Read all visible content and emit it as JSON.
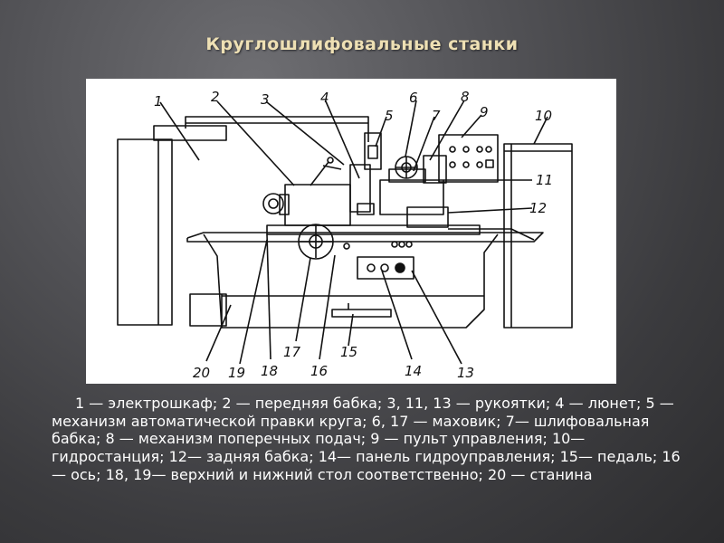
{
  "slide": {
    "title": "Круглошлифовальные станки",
    "caption": "1 — электрошкаф; 2 — передняя бабка; 3, 11, 13 — рукоятки; 4 — люнет; 5 — механизм автоматической правки круга; 6, 17 — маховик; 7— шлифовальная бабка; 8 — механизм поперечных подач; 9 — пульт управления; 10— гидростанция; 12— задняя бабка; 14— панель гидроуправления; 15— педаль; 16— ось; 18, 19— верхний и нижний стол соответственно; 20 — станина"
  },
  "figure": {
    "labels": {
      "l1": "1",
      "l2": "2",
      "l3": "3",
      "l4": "4",
      "l5": "5",
      "l6": "6",
      "l7": "7",
      "l8": "8",
      "l9": "9",
      "l10": "10",
      "l11": "11",
      "l12": "12",
      "l13": "13",
      "l14": "14",
      "l15": "15",
      "l16": "16",
      "l17": "17",
      "l18": "18",
      "l19": "19",
      "l20": "20"
    }
  },
  "colors": {
    "background": "#4a4a4d",
    "title": "#eee0b4",
    "caption": "#ffffff",
    "figure_background": "#ffffff",
    "line_art": "#111111"
  }
}
